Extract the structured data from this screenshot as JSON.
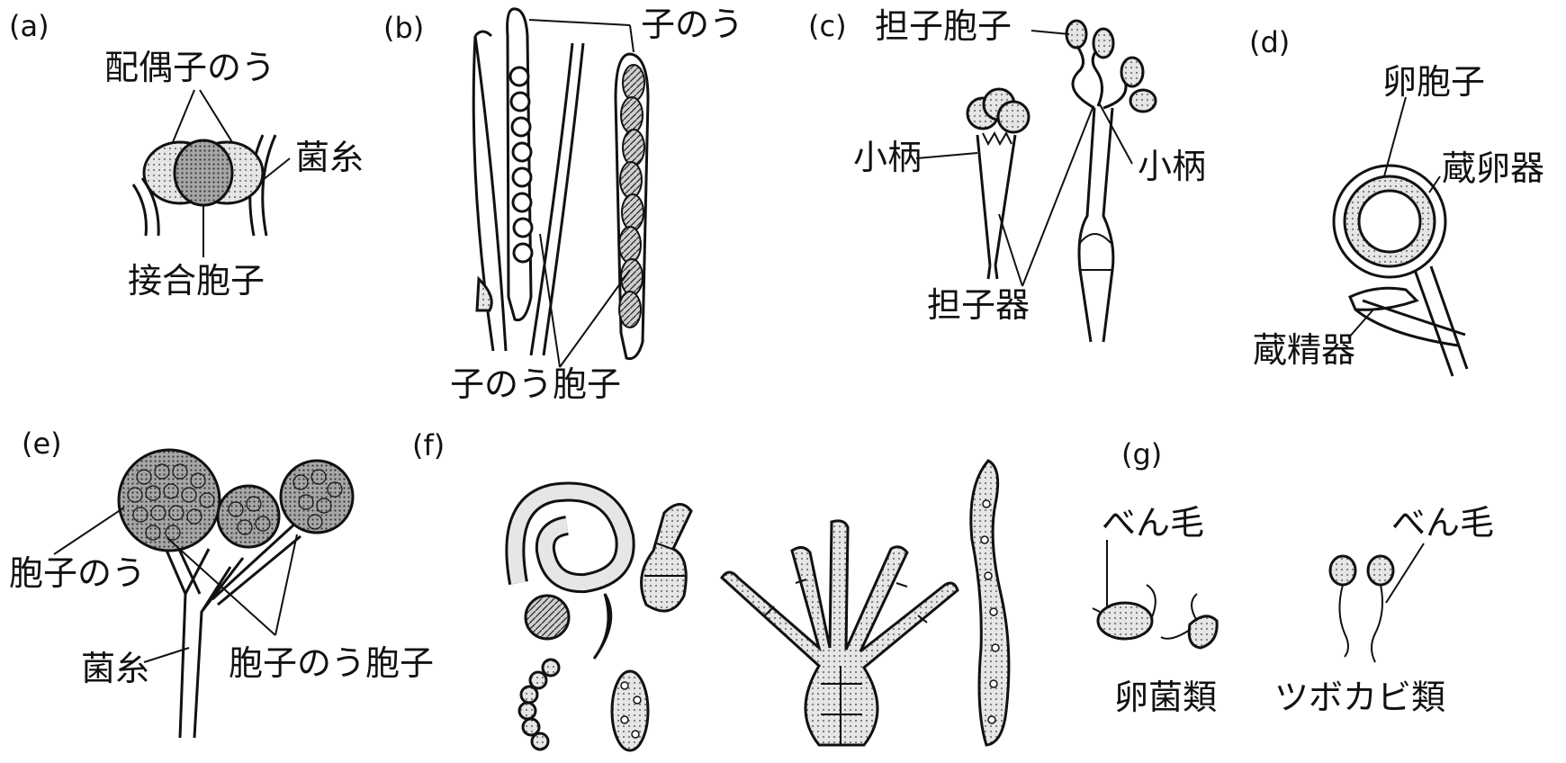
{
  "panels": {
    "a": {
      "tag": "(a)",
      "labels": {
        "gametangia": "配偶子のう",
        "hypha": "菌糸",
        "zygospore": "接合胞子"
      }
    },
    "b": {
      "tag": "(b)",
      "labels": {
        "ascus": "子のう",
        "ascospore": "子のう胞子"
      }
    },
    "c": {
      "tag": "(c)",
      "labels": {
        "basidiospore": "担子胞子",
        "sterigma_left": "小柄",
        "sterigma_right": "小柄",
        "basidium": "担子器"
      }
    },
    "d": {
      "tag": "(d)",
      "labels": {
        "oospore": "卵胞子",
        "oogonium": "蔵卵器",
        "antheridium": "蔵精器"
      }
    },
    "e": {
      "tag": "(e)",
      "labels": {
        "sporangium": "胞子のう",
        "hypha": "菌糸",
        "sporangiospore": "胞子のう胞子"
      }
    },
    "f": {
      "tag": "(f)"
    },
    "g": {
      "tag": "(g)",
      "labels": {
        "flagellum_left": "べん毛",
        "oomycetes": "卵菌類",
        "flagellum_right": "べん毛",
        "chytrids": "ツボカビ類"
      }
    }
  },
  "colors": {
    "ink": "#111111",
    "stipple": "#c4c4c4",
    "dark_stipple": "#8a8a8a",
    "paper": "#ffffff"
  }
}
